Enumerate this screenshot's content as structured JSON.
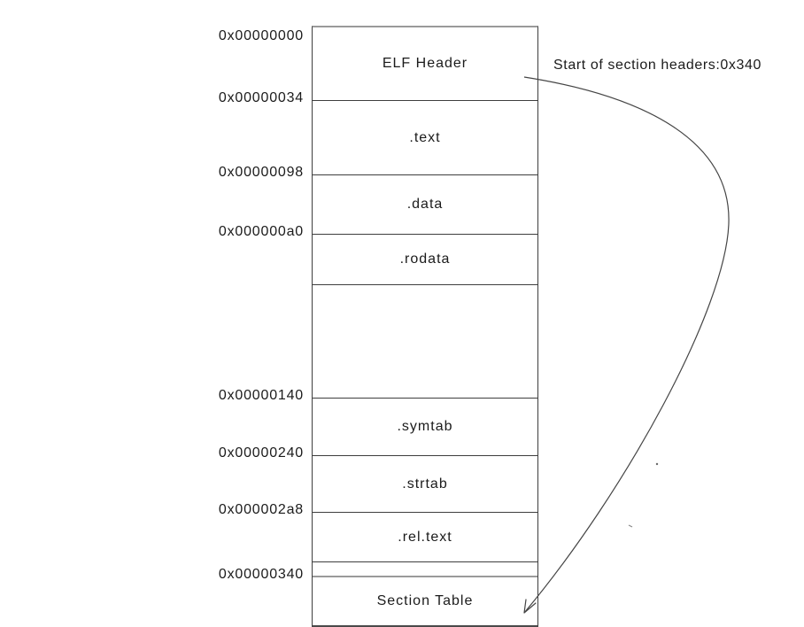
{
  "colors": {
    "line": "#3e3e3e",
    "thick_line": "#9a9a9a",
    "text": "#1b1b1b",
    "background": "#ffffff"
  },
  "annotation": {
    "text": "Start of section headers:0x340"
  },
  "memory_map": {
    "sections": [
      {
        "name": "ELF Header",
        "address": "0x00000000",
        "height": 82,
        "divider": "none"
      },
      {
        "name": ".text",
        "address": "0x00000034",
        "height": 84,
        "divider": "thin"
      },
      {
        "name": ".data",
        "address": "0x00000098",
        "height": 67,
        "divider": "thin"
      },
      {
        "name": ".rodata",
        "address": "0x000000a0",
        "height": 57,
        "divider": "thin"
      },
      {
        "name": "",
        "address": "",
        "height": 128,
        "divider": "thin"
      },
      {
        "name": ".symtab",
        "address": "0x00000140",
        "height": 65,
        "divider": "thin"
      },
      {
        "name": ".strtab",
        "address": "0x00000240",
        "height": 64,
        "divider": "thin"
      },
      {
        "name": ".rel.text",
        "address": "0x000002a8",
        "height": 56,
        "divider": "thin"
      },
      {
        "name": "",
        "address": "",
        "height": 16,
        "divider": "thin"
      },
      {
        "name": "Section Table",
        "address": "0x00000340",
        "height": 56,
        "divider": "thick"
      }
    ]
  }
}
